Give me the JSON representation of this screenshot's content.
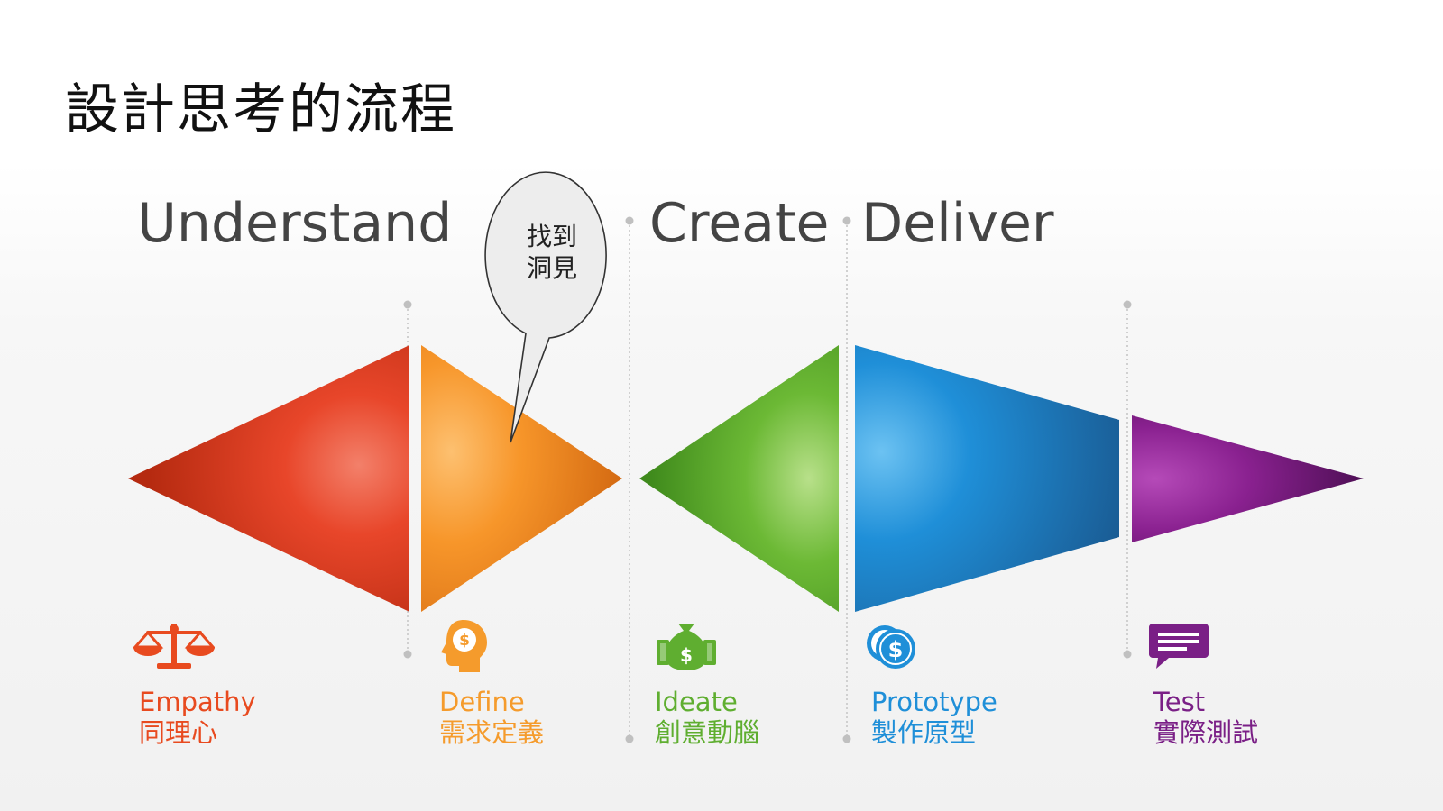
{
  "title": "設計思考的流程",
  "phases": [
    "Understand",
    "Create",
    "Deliver"
  ],
  "callout": {
    "line1": "找到",
    "line2": "洞見"
  },
  "stages": [
    {
      "en": "Empathy",
      "zh": "同理心",
      "color": "#e84a1f",
      "icon": "scales-icon"
    },
    {
      "en": "Define",
      "zh": "需求定義",
      "color": "#f59b2c",
      "icon": "head-dollar-icon"
    },
    {
      "en": "Ideate",
      "zh": "創意動腦",
      "color": "#5fae30",
      "icon": "money-bag-icon"
    },
    {
      "en": "Prototype",
      "zh": "製作原型",
      "color": "#1f8fd8",
      "icon": "dollar-coins-icon"
    },
    {
      "en": "Test",
      "zh": "實際測試",
      "color": "#7a1f86",
      "icon": "chat-bubble-icon"
    }
  ]
}
